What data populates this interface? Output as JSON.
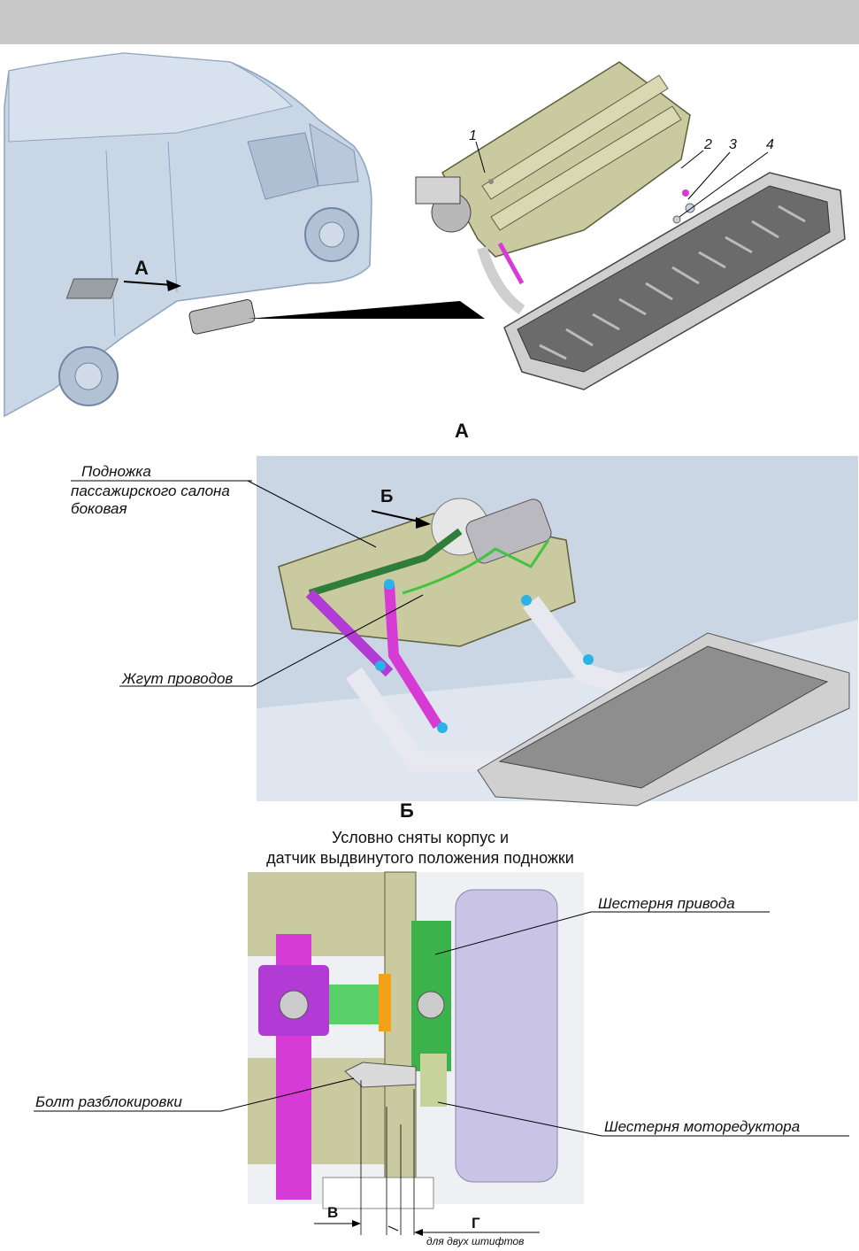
{
  "overview": {
    "view_arrow_label": "A",
    "part_numbers": [
      "1",
      "2",
      "3",
      "4"
    ]
  },
  "view_a": {
    "title": "А",
    "callout_step": "Подножка\nпассажирского салона\nбоковая",
    "callout_step_lines": [
      "Подножка",
      "пассажирского салона",
      "боковая"
    ],
    "arrow_label": "Б",
    "callout_harness": "Жгут проводов"
  },
  "view_b": {
    "title": "Б",
    "caption_line1": "Условно сняты корпус и",
    "caption_line2": "датчик выдвинутого положения подножки",
    "callout_drive_gear": "Шестерня привода",
    "callout_unlock_bolt": "Болт разблокировки",
    "callout_motor_gear": "Шестерня моторедуктора",
    "dim_v": "В",
    "dim_g": "Г",
    "dim_note": "для двух штифтов"
  },
  "colors": {
    "header_bar": "#c8c8c8",
    "van_body": "#c9d6e6",
    "bracket": "#c9caa0",
    "step_tread": "#d9d9d9",
    "lever_magenta": "#d63bd6",
    "harness_green": "#3ec43e",
    "gear_green": "#3cb34a",
    "motor_lilac": "#c9c3e6",
    "bushing_orange": "#f2a21a"
  }
}
